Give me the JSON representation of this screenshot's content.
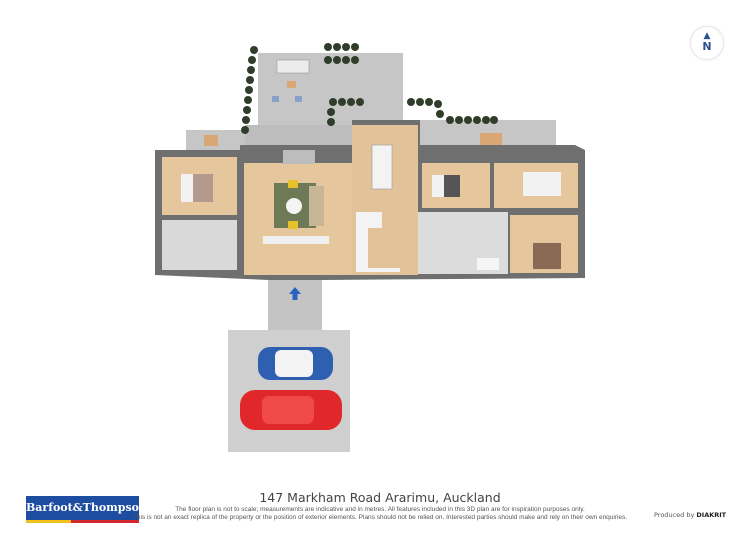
{
  "address": "147 Markham Road Ararimu, Auckland",
  "disclaimer": [
    "The floor plan is not to scale; measurements are indicative and in metres. All features included in this 3D plan are for inspiration purposes only.",
    "This is not an exact replica of the property or the position of exterior elements. Plans should not be relied on. Interested parties should make and rely on their own enquiries."
  ],
  "logo_text": "Barfoot&Thompson",
  "produced_by_label": "Produced by",
  "producer": "DIAKRIT",
  "compass_label": "N",
  "colors": {
    "floor_wood": "#e6c69c",
    "wall": "#707070",
    "paving": "#c9c9c9",
    "car_blue": "#2f5fb0",
    "car_red": "#e0282a",
    "brand_blue": "#1d4da0",
    "entry_arrow": "#2a62c0"
  }
}
